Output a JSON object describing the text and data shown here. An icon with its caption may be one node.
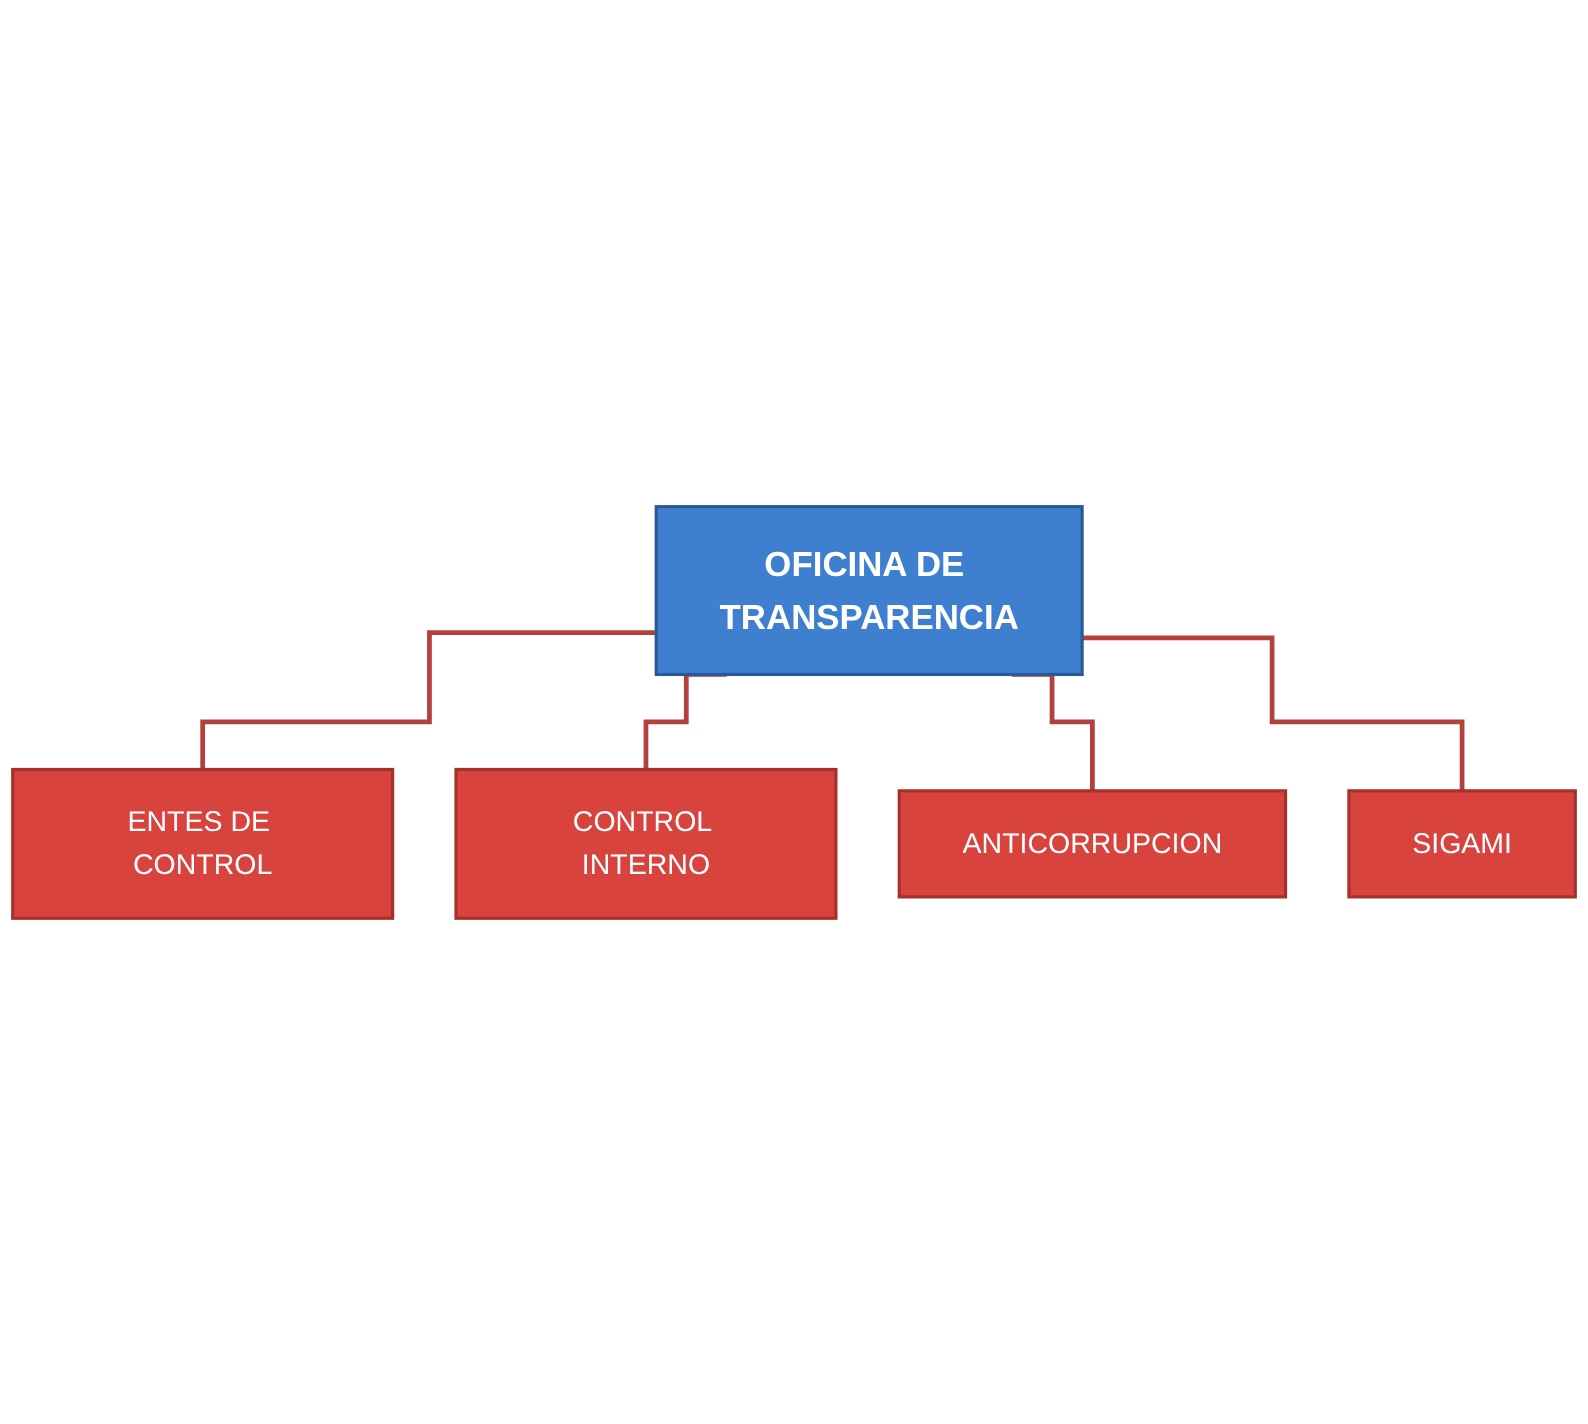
{
  "diagram": {
    "nodes": [
      {
        "text": [
          "OFICINA DE TRANSPARENCIA"
        ]
      },
      {
        "text": [
          "ENTES DE CONTROL"
        ]
      },
      {
        "text": [
          "CONTROL INTERNO"
        ]
      },
      {
        "text": [
          "ANTICORRUPCION"
        ]
      },
      {
        "text": [
          "SIGAMI"
        ]
      }
    ],
    "edges": [
      {
        "from": 0,
        "to": 1,
        "arrow": "none"
      },
      {
        "from": 0,
        "to": 2,
        "arrow": "none"
      },
      {
        "from": 0,
        "to": 3,
        "arrow": "none"
      },
      {
        "from": 0,
        "to": 4,
        "arrow": "none"
      }
    ]
  }
}
